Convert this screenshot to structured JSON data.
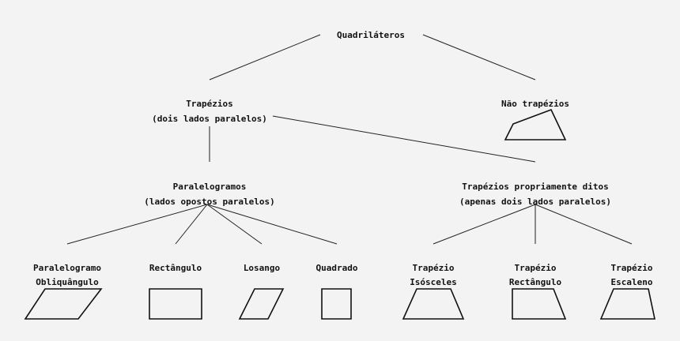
{
  "root": {
    "label": "Quadriláteros"
  },
  "nao_trapezios": {
    "label": "Não trapézios"
  },
  "trapezios": {
    "line1": "Trapézios",
    "line2": "(dois lados paralelos)"
  },
  "paralelogramos": {
    "line1": "Paralelogramos",
    "line2": "(lados opostos paralelos)"
  },
  "trapezios_propriamente": {
    "line1": "Trapézios propriamente ditos",
    "line2": "(apenas dois lados paralelos)"
  },
  "leaves": {
    "paralelogramo_obliquangulo": {
      "line1": "Paralelogramo",
      "line2": "Obliquângulo"
    },
    "rectangulo": {
      "line1": "Rectângulo"
    },
    "losango": {
      "line1": "Losango"
    },
    "quadrado": {
      "line1": "Quadrado"
    },
    "trapezio_isosceles": {
      "line1": "Trapézio",
      "line2": "Isósceles"
    },
    "trapezio_rectangulo": {
      "line1": "Trapézio",
      "line2": "Rectângulo"
    },
    "trapezio_escaleno": {
      "line1": "Trapézio",
      "line2": "Escaleno"
    }
  }
}
